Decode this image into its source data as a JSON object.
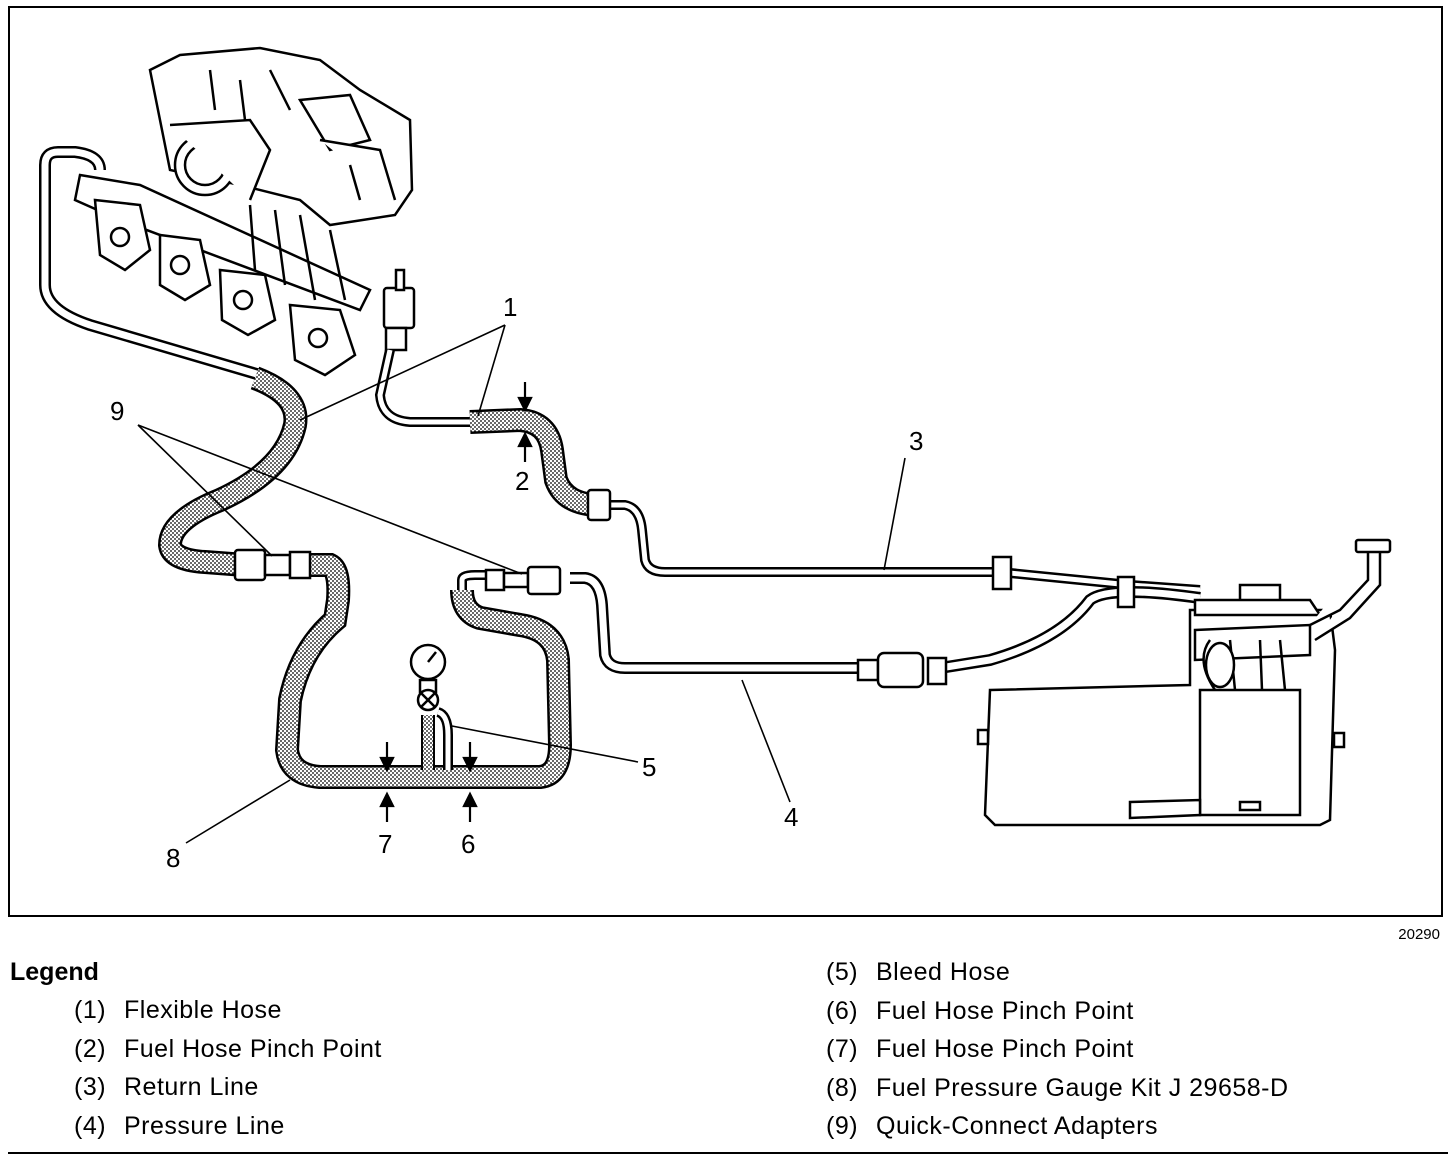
{
  "figure": {
    "id": "20290",
    "callouts": [
      "1",
      "2",
      "3",
      "4",
      "5",
      "6",
      "7",
      "8",
      "9"
    ]
  },
  "legend": {
    "title": "Legend",
    "items": [
      {
        "num": "(1)",
        "label": "Flexible Hose"
      },
      {
        "num": "(2)",
        "label": "Fuel Hose Pinch Point"
      },
      {
        "num": "(3)",
        "label": "Return Line"
      },
      {
        "num": "(4)",
        "label": "Pressure Line"
      },
      {
        "num": "(5)",
        "label": "Bleed Hose"
      },
      {
        "num": "(6)",
        "label": "Fuel Hose Pinch Point"
      },
      {
        "num": "(7)",
        "label": "Fuel Hose Pinch Point"
      },
      {
        "num": "(8)",
        "label": "Fuel Pressure Gauge Kit J 29658-D"
      },
      {
        "num": "(9)",
        "label": "Quick-Connect Adapters"
      }
    ]
  }
}
